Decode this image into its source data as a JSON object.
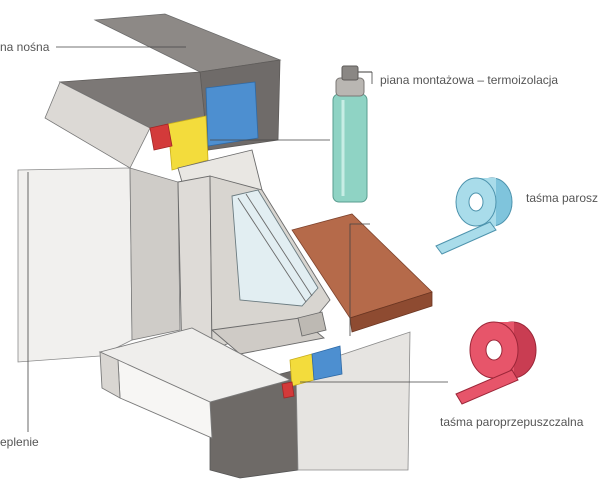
{
  "labels": {
    "wall": "na nośna",
    "foam": "piana montażowa – termoizolacja",
    "vapor_barrier_tape": "taśma parosz",
    "vapor_permeable_tape": "taśma paroprzepuszczalna",
    "insulation": "eplenie"
  },
  "colors": {
    "wall": "#8a8683",
    "wall_dark": "#5e5b59",
    "plaster": "#e4e2df",
    "foam_can": "#8fd3c4",
    "vapor_barrier_tape": "#a9dcea",
    "vapor_permeable_tape": "#e7556a",
    "windowsill": "#b56a4a",
    "insulation_blue": "#4d8fd0",
    "insulation_yellow": "#f3dc3c",
    "seal_red": "#d33a3a"
  }
}
